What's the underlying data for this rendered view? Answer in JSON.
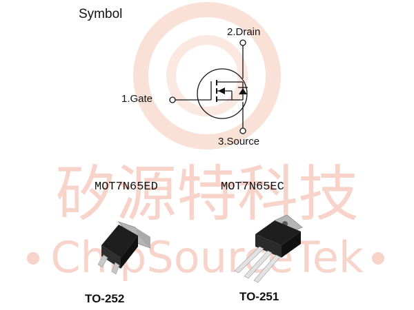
{
  "title": "Symbol",
  "pins": {
    "drain": "2.Drain",
    "gate": "1.Gate",
    "source": "3.Source"
  },
  "parts": [
    {
      "part_number": "MOT7N65ED",
      "package": "TO-252"
    },
    {
      "part_number": "MOT7N65EC",
      "package": "TO-251"
    }
  ],
  "watermark": {
    "cn": "矽源特科技",
    "en": "ChipSourceTek",
    "color": "#f6b8a8"
  },
  "colors": {
    "line": "#111111",
    "package_body": "#1e1e1e",
    "tab": "#b5b5b5",
    "lead": "#c8c8c8"
  }
}
